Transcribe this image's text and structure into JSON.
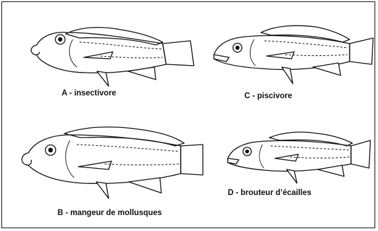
{
  "fishes": [
    {
      "id": "A",
      "caption": "A - insectivore"
    },
    {
      "id": "B",
      "caption": "B - mangeur de mollusques"
    },
    {
      "id": "C",
      "caption": "C - piscivore"
    },
    {
      "id": "D",
      "caption": "D - brouteur d’écailles"
    }
  ]
}
